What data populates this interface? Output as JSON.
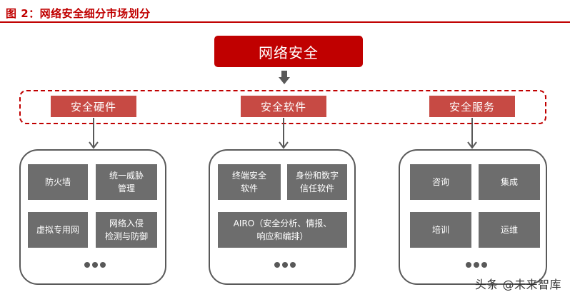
{
  "figure": {
    "title": "图 2：网络安全细分市场划分"
  },
  "root": {
    "label": "网络安全"
  },
  "categories": [
    {
      "label": "安全硬件",
      "items": [
        {
          "line1": "防火墙",
          "line2": ""
        },
        {
          "line1": "统一威胁",
          "line2": "管理"
        },
        {
          "line1": "虚拟专用网",
          "line2": ""
        },
        {
          "line1": "网络入侵",
          "line2": "检测与防御"
        }
      ]
    },
    {
      "label": "安全软件",
      "items": [
        {
          "line1": "终端安全",
          "line2": "软件"
        },
        {
          "line1": "身份和数字",
          "line2": "信任软件"
        },
        {
          "line1": "AIRO（安全分析、情报、",
          "line2": "响应和编排）"
        }
      ]
    },
    {
      "label": "安全服务",
      "items": [
        {
          "line1": "咨询",
          "line2": ""
        },
        {
          "line1": "集成",
          "line2": ""
        },
        {
          "line1": "培训",
          "line2": ""
        },
        {
          "line1": "运维",
          "line2": ""
        }
      ]
    }
  ],
  "watermark": "头条 @未来智库",
  "colors": {
    "accent_red": "#c00000",
    "category_red": "#c74a44",
    "item_gray": "#6d6d6d",
    "outline_gray": "#595959"
  }
}
